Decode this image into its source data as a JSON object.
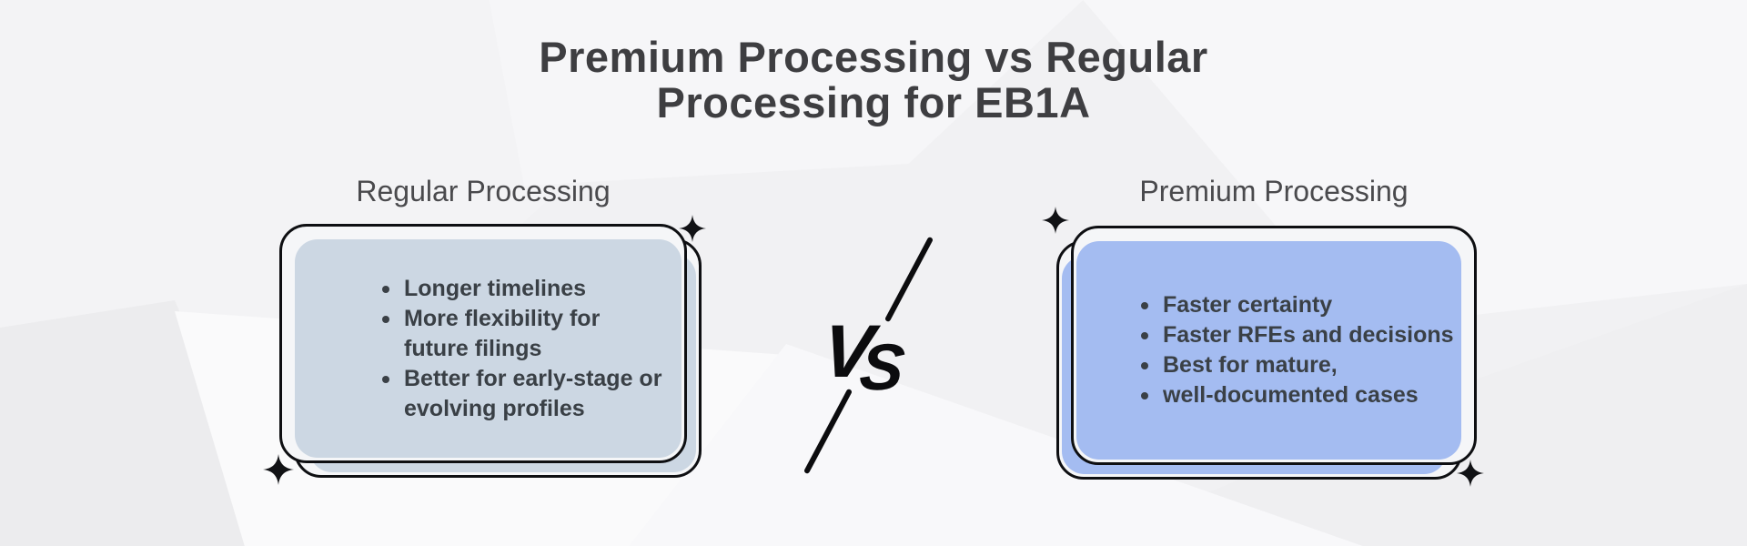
{
  "title": {
    "line1": "Premium Processing vs Regular",
    "line2": "Processing for EB1A"
  },
  "vs": {
    "letter_v": "V",
    "letter_s": "S"
  },
  "cards": [
    {
      "heading": "Regular Processing",
      "bullets": [
        "Longer timelines",
        "More flexibility for future filings",
        "Better for early-stage or evolving profiles"
      ]
    },
    {
      "heading": "Premium Processing",
      "bullets": [
        "Faster certainty",
        "Faster RFEs and decisions",
        "Best for mature,",
        "well-documented cases"
      ]
    }
  ],
  "colors": {
    "background": "#f1f1f3",
    "outline": "#0e0f12",
    "title_text": "#3e3e41",
    "heading_text": "#4a4a4d",
    "bullet_text": "#3a4046",
    "regular_card_fill": "#ccd7e3",
    "premium_card_fill": "#a4bcf1",
    "vs_black": "#0c0c0e"
  }
}
